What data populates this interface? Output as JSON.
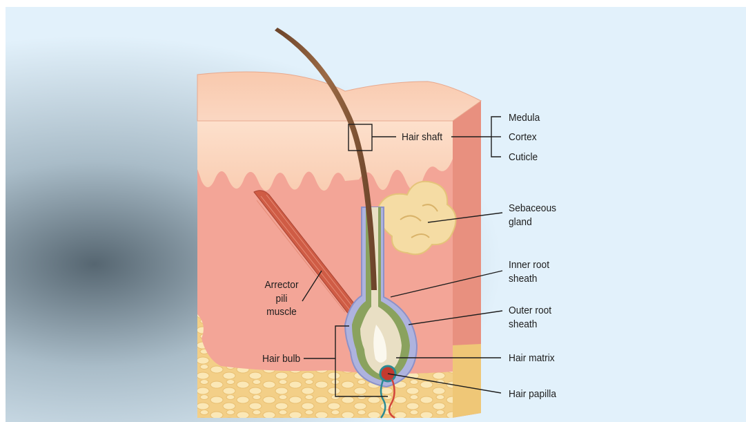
{
  "labels": {
    "medula": "Medula",
    "cortex": "Cortex",
    "cuticle": "Cuticle",
    "hair_shaft": "Hair shaft",
    "sebaceous_gland": [
      "Sebaceous",
      "gland"
    ],
    "inner_root_sheath": [
      "Inner root",
      "sheath"
    ],
    "outer_root_sheath": [
      "Outer root",
      "sheath"
    ],
    "hair_matrix": "Hair matrix",
    "hair_papilla": "Hair papilla",
    "arrector_pili_muscle": [
      "Arrector",
      "pili",
      "muscle"
    ],
    "hair_bulb": "Hair bulb"
  },
  "colors": {
    "background_light": "#e2f1fb",
    "background_shadow": "#566671",
    "epidermis": "#fbd3bd",
    "dermis": "#f3a597",
    "fat": "#f7dba0",
    "hair_shaft": "#7a5133",
    "gland": "#f5dca4",
    "muscle": "#cf5c45",
    "inner_root_sheath": "#8aa25e",
    "outer_root_sheath": "#9aa0d3",
    "papilla": "#c33a2f"
  }
}
